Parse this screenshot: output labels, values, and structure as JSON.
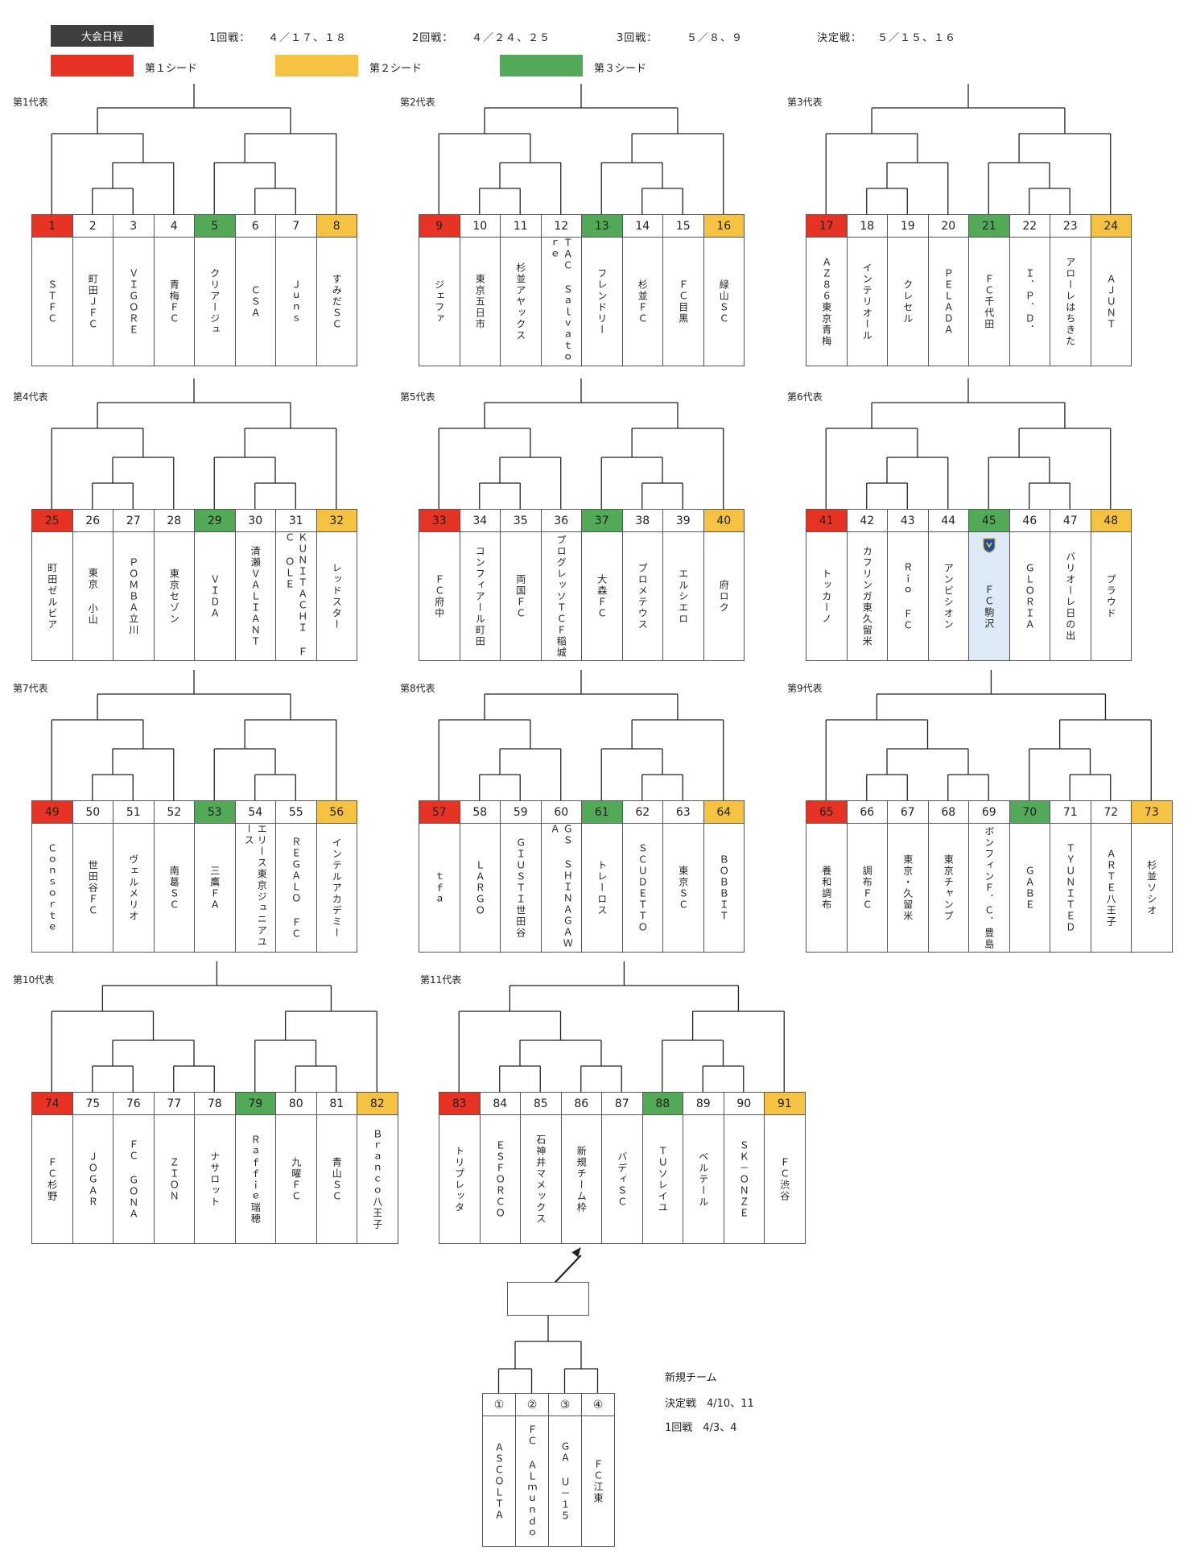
{
  "header": {
    "schedule_label": "大会日程",
    "rounds": [
      {
        "name": "1回戦：",
        "dates": "４／１７、１８"
      },
      {
        "name": "2回戦：",
        "dates": "４／２４、２５"
      },
      {
        "name": "3回戦：",
        "dates": "５／８、９"
      },
      {
        "name": "決定戦：",
        "dates": "５／１５、１６"
      }
    ],
    "seeds": [
      {
        "label": "第１シード",
        "color": "#e63323"
      },
      {
        "label": "第２シード",
        "color": "#f5c242"
      },
      {
        "label": "第３シード",
        "color": "#52a957"
      }
    ]
  },
  "colors": {
    "highlight": "#dce9f6",
    "line": "#222222"
  },
  "blocks": [
    {
      "title": "第1代表",
      "teams": [
        {
          "no": "1",
          "name": "ＳＴＦＣ",
          "seed": 1
        },
        {
          "no": "2",
          "name": "町田ＪＦＣ"
        },
        {
          "no": "3",
          "name": "ＶＩＧＯＲＥ"
        },
        {
          "no": "4",
          "name": "青梅ＦＣ"
        },
        {
          "no": "5",
          "name": "クリアージュ",
          "seed": 3
        },
        {
          "no": "6",
          "name": "ＣＳＡ"
        },
        {
          "no": "7",
          "name": "Ｊｕｎｓ"
        },
        {
          "no": "8",
          "name": "すみだＳＣ",
          "seed": 2
        }
      ]
    },
    {
      "title": "第2代表",
      "teams": [
        {
          "no": "9",
          "name": "ジェファ",
          "seed": 1
        },
        {
          "no": "10",
          "name": "東京五日市"
        },
        {
          "no": "11",
          "name": "杉並アヤックス"
        },
        {
          "no": "12",
          "name": "ＴＡＣ Ｓａｌｖａｔｏｒｅ"
        },
        {
          "no": "13",
          "name": "フレンドリー",
          "seed": 3
        },
        {
          "no": "14",
          "name": "杉並ＦＣ"
        },
        {
          "no": "15",
          "name": "ＦＣ目黒"
        },
        {
          "no": "16",
          "name": "緑山ＳＣ",
          "seed": 2
        }
      ]
    },
    {
      "title": "第3代表",
      "teams": [
        {
          "no": "17",
          "name": "ＡＺ８６東京青梅",
          "seed": 1
        },
        {
          "no": "18",
          "name": "インテリオール"
        },
        {
          "no": "19",
          "name": "クレセル"
        },
        {
          "no": "20",
          "name": "ＰＥＬＡＤＡ"
        },
        {
          "no": "21",
          "name": "ＦＣ千代田",
          "seed": 3
        },
        {
          "no": "22",
          "name": "Ｉ．Ｐ．Ｄ．"
        },
        {
          "no": "23",
          "name": "アローレはちきた"
        },
        {
          "no": "24",
          "name": "ＡＪＵＮＴ",
          "seed": 2
        }
      ]
    },
    {
      "title": "第4代表",
      "teams": [
        {
          "no": "25",
          "name": "町田ゼルビア",
          "seed": 1
        },
        {
          "no": "26",
          "name": "東京 小山"
        },
        {
          "no": "27",
          "name": "ＰＯＭＢＡ立川"
        },
        {
          "no": "28",
          "name": "東京セゾン"
        },
        {
          "no": "29",
          "name": "ＶＩＤＡ",
          "seed": 3
        },
        {
          "no": "30",
          "name": "清瀬ＶＡＬＩＡＮＴ"
        },
        {
          "no": "31",
          "name": "ＫＵＮＩＴＡＣＨＩ ＦＣ ＯＬＥ"
        },
        {
          "no": "32",
          "name": "レッドスター",
          "seed": 2
        }
      ]
    },
    {
      "title": "第5代表",
      "teams": [
        {
          "no": "33",
          "name": "ＦＣ府中",
          "seed": 1
        },
        {
          "no": "34",
          "name": "コンフィアール町田"
        },
        {
          "no": "35",
          "name": "両国ＦＣ"
        },
        {
          "no": "36",
          "name": "プログレッソＴＣＦ稲城"
        },
        {
          "no": "37",
          "name": "大森ＦＣ",
          "seed": 3
        },
        {
          "no": "38",
          "name": "プロメテウス"
        },
        {
          "no": "39",
          "name": "エルシエロ"
        },
        {
          "no": "40",
          "name": "府ロク",
          "seed": 2
        }
      ]
    },
    {
      "title": "第6代表",
      "teams": [
        {
          "no": "41",
          "name": "トッカーノ",
          "seed": 1
        },
        {
          "no": "42",
          "name": "カフリンガ東久留米"
        },
        {
          "no": "43",
          "name": "Ｒｉｏ ＦＣ"
        },
        {
          "no": "44",
          "name": "アンビシオン"
        },
        {
          "no": "45",
          "name": "ＦＣ駒沢",
          "seed": 3,
          "highlight": true,
          "badge": true
        },
        {
          "no": "46",
          "name": "ＧＬＯＲＩＡ"
        },
        {
          "no": "47",
          "name": "バリオーレ日の出"
        },
        {
          "no": "48",
          "name": "プラウド",
          "seed": 2
        }
      ]
    },
    {
      "title": "第7代表",
      "teams": [
        {
          "no": "49",
          "name": "Ｃｏｎｓｏｒｔｅ",
          "seed": 1
        },
        {
          "no": "50",
          "name": "世田谷ＦＣ"
        },
        {
          "no": "51",
          "name": "ヴェルメリオ"
        },
        {
          "no": "52",
          "name": "南葛ＳＣ"
        },
        {
          "no": "53",
          "name": "三鷹ＦＡ",
          "seed": 3
        },
        {
          "no": "54",
          "name": "エリース東京ジュニアユース"
        },
        {
          "no": "55",
          "name": "ＲＥＧＡＬＯ ＦＣ"
        },
        {
          "no": "56",
          "name": "インテルアカデミー",
          "seed": 2
        }
      ]
    },
    {
      "title": "第8代表",
      "teams": [
        {
          "no": "57",
          "name": "ｔｆａ",
          "seed": 1
        },
        {
          "no": "58",
          "name": "ＬＡＲＧＯ"
        },
        {
          "no": "59",
          "name": "ＧＩＵＳＴＩ世田谷"
        },
        {
          "no": "60",
          "name": "ＧＳ ＳＨＩＮＡＧＡＷＡ"
        },
        {
          "no": "61",
          "name": "トレーロス",
          "seed": 3
        },
        {
          "no": "62",
          "name": "ＳＣＵＤＥＴＴＯ"
        },
        {
          "no": "63",
          "name": "東京ＳＣ"
        },
        {
          "no": "64",
          "name": "ＢＯＢＢＩＴ",
          "seed": 2
        }
      ]
    },
    {
      "title": "第9代表",
      "teams": [
        {
          "no": "65",
          "name": "養和調布",
          "seed": 1
        },
        {
          "no": "66",
          "name": "調布ＦＣ"
        },
        {
          "no": "67",
          "name": "東京・久留米"
        },
        {
          "no": "68",
          "name": "東京チャンプ"
        },
        {
          "no": "69",
          "name": "ボンフィンＦ．Ｃ．豊島"
        },
        {
          "no": "70",
          "name": "ＧＡＢＥ",
          "seed": 3
        },
        {
          "no": "71",
          "name": "ＴＹＵＮＩＴＥＤ"
        },
        {
          "no": "72",
          "name": "ＡＲＴＥ八王子"
        },
        {
          "no": "73",
          "name": "杉並ソシオ",
          "seed": 2
        }
      ]
    },
    {
      "title": "第10代表",
      "teams": [
        {
          "no": "74",
          "name": "ＦＣ杉野",
          "seed": 1
        },
        {
          "no": "75",
          "name": "ＪＯＧＡＲ"
        },
        {
          "no": "76",
          "name": "ＦＣ ＧＯＮＡ"
        },
        {
          "no": "77",
          "name": "ＺＩＯＮ"
        },
        {
          "no": "78",
          "name": "ナサロット"
        },
        {
          "no": "79",
          "name": "Ｒａｆｆｉｅ瑞穂",
          "seed": 3
        },
        {
          "no": "80",
          "name": "九曜ＦＣ"
        },
        {
          "no": "81",
          "name": "青山ＳＣ"
        },
        {
          "no": "82",
          "name": "Ｂｒａｎｃｏ八王子",
          "seed": 2
        }
      ]
    },
    {
      "title": "第11代表",
      "teams": [
        {
          "no": "83",
          "name": "トリプレッタ",
          "seed": 1
        },
        {
          "no": "84",
          "name": "ＥＳＦＯＲＣＯ"
        },
        {
          "no": "85",
          "name": "石神井マメックス"
        },
        {
          "no": "86",
          "name": "新規チーム枠"
        },
        {
          "no": "87",
          "name": "バディＳＣ"
        },
        {
          "no": "88",
          "name": "ＴＵソレイユ",
          "seed": 3
        },
        {
          "no": "89",
          "name": "ベルテール"
        },
        {
          "no": "90",
          "name": "ＳＫ－ＯＮＺＥ"
        },
        {
          "no": "91",
          "name": "ＦＣ渋谷",
          "seed": 2
        }
      ]
    }
  ],
  "new_team": {
    "title": "新規チーム",
    "lines": [
      "決定戦　4/10、11",
      "1回戦　4/3、4"
    ],
    "teams": [
      {
        "no": "①",
        "name": "ＡＳＣＯＬＴＡ"
      },
      {
        "no": "②",
        "name": "ＦＣ ＡＬｍｕｎｄｏ"
      },
      {
        "no": "③",
        "name": "ＧＡ Ｕ－１５"
      },
      {
        "no": "④",
        "name": "ＦＣ江東"
      }
    ]
  }
}
